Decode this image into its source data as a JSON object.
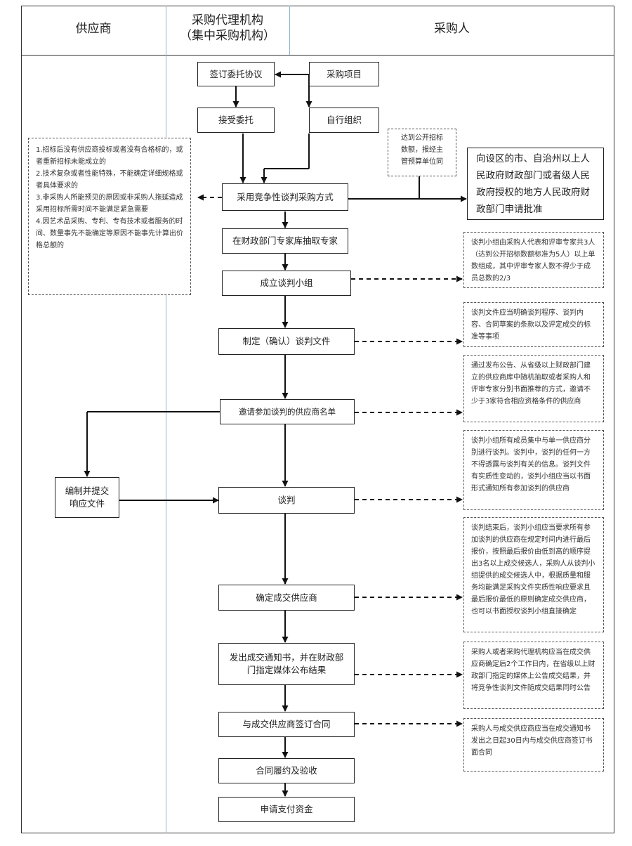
{
  "headers": {
    "supplier": "供应商",
    "agency_line1": "采购代理机构",
    "agency_line2": "（集中采购机构）",
    "purchaser": "采购人"
  },
  "steps": {
    "sign_agreement": "签订委托协议",
    "project": "采购项目",
    "accept": "接受委托",
    "self_org": "自行组织",
    "adopt": "采用竞争性谈判采购方式",
    "draw_experts": "在财政部门专家库抽取专家",
    "form_group": "成立谈判小组",
    "prepare_docs": "制定（确认）谈判文件",
    "invite": "邀请参加谈判的供应商名单",
    "prepare_resp_l1": "编制并提交",
    "prepare_resp_l2": "响应文件",
    "negotiate": "谈判",
    "determine": "确定成交供应商",
    "notice_l1": "发出成交通知书，并在财政部",
    "notice_l2": "门指定媒体公布结果",
    "sign_contract": "与成交供应商签订合同",
    "perform": "合同履约及验收",
    "payment": "申请支付资金"
  },
  "notes": {
    "conditions": [
      "1.招标后没有供应商投标或者没有合格标的，或者重新招标未能成立的",
      "2.技术复杂或者性能特殊，不能确定详细规格或者具体要求的",
      "3.非采购人所能预见的原因或非采购人拖延造成采用招标所需时间不能满足紧急需要",
      "4.因艺术品采购、专利、专有技术或者服务的时间、数量事先不能确定等原因不能事先计算出价格总额的"
    ],
    "threshold_l1": "达到公开招标",
    "threshold_l2": "数额，报经主",
    "threshold_l3": "管预算单位同",
    "approval": "向设区的市、自治州以上人民政府财政部门或者级人民政府授权的地方人民政府财政部门申请批准",
    "group_comp": "谈判小组由采购人代表和评审专家共3人（达到公开招标数额标准为5人）以上单数组成，其中评审专家人数不得少于成员总数的2/3",
    "doc_content": "谈判文件应当明确谈判程序、谈判内容、合同草案的条款以及评定成交的标准等事项",
    "invite_method": "通过发布公告、从省级以上财政部门建立的供应商库中随机抽取或者采购人和评审专家分别书面推荐的方式，邀请不少于3家符合相应资格条件的供应商",
    "negotiate_rule": "谈判小组所有成员集中与单一供应商分别进行谈判。谈判中，谈判的任何一方不得透露与谈判有关的信息。谈判文件有实质性变动的，谈判小组应当以书面形式通知所有参加谈判的供应商",
    "final_quote": "谈判结束后，谈判小组应当要求所有参加谈判的供应商在规定时间内进行最后报价，按照最后报价由低到高的顺序提出3名以上成交候选人，采购人从谈判小组提供的成交候选人中，根据质量和服务均能满足采购文件实质性响应要求且最后报价最低的原则确定成交供应商，也可以书面授权谈判小组直接确定",
    "publish": "采购人或者采购代理机构应当在成交供应商确定后2个工作日内，在省级以上财政部门指定的媒体上公告成交结果，并将竞争性谈判文件随成交结果同时公告",
    "contract_rule": "采购人与成交供应商应当在成交通知书发出之日起30日内与成交供应商签订书面合同"
  }
}
